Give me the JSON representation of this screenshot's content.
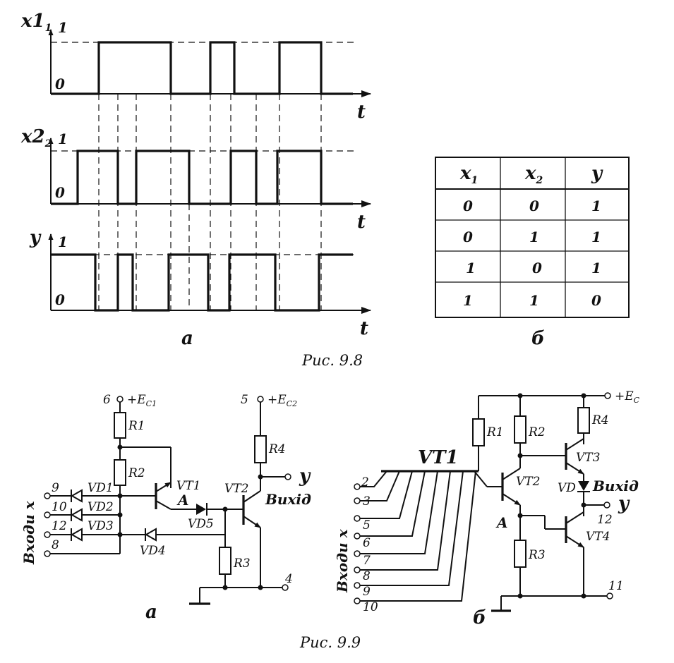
{
  "fig98": {
    "caption": "Рис. 9.8",
    "part_a": "а",
    "part_b": "б",
    "one": "1",
    "zero": "0",
    "t": "t",
    "signals": [
      {
        "name": "x1",
        "sub": "1"
      },
      {
        "name": "x2",
        "sub": "2"
      },
      {
        "name": "y"
      }
    ],
    "table": {
      "headers": [
        {
          "main": "x",
          "sub": "1"
        },
        {
          "main": "x",
          "sub": "2"
        },
        {
          "main": "y",
          "sub": ""
        }
      ],
      "rows": [
        [
          "0",
          "0",
          "1"
        ],
        [
          "0",
          "1",
          "1"
        ],
        [
          "1",
          "0",
          "1"
        ],
        [
          "1",
          "1",
          "0"
        ]
      ]
    }
  },
  "fig99": {
    "caption": "Рис. 9.9",
    "a": {
      "label": "а",
      "inputs_title": "Входи x",
      "pin6": "6",
      "ec1": "+E",
      "ec1_sub": "C1",
      "pin5": "5",
      "ec2": "+E",
      "ec2_sub": "C2",
      "R1": "R1",
      "R2": "R2",
      "R3": "R3",
      "R4": "R4",
      "VT1": "VT1",
      "VT2": "VT2",
      "VD1": "VD1",
      "VD2": "VD2",
      "VD3": "VD3",
      "VD4": "VD4",
      "VD5": "VD5",
      "node": "A",
      "output_y": "y",
      "output_label": "Вихід",
      "input_pins": [
        "9",
        "10",
        "12",
        "8"
      ],
      "pin4": "4"
    },
    "b": {
      "label": "б",
      "inputs_title": "Входи x",
      "ec": "+E",
      "ec_sub": "C",
      "R1": "R1",
      "R2": "R2",
      "R3": "R3",
      "R4": "R4",
      "VT1": "VT1",
      "VT2": "VT2",
      "VT3": "VT3",
      "VT4": "VT4",
      "VD": "VD",
      "node": "A",
      "output_label": "Вихід",
      "output_y": "y",
      "pin12": "12",
      "pin11": "11",
      "input_pins": [
        "2",
        "3",
        "5",
        "6",
        "7",
        "8",
        "9",
        "10"
      ]
    }
  }
}
